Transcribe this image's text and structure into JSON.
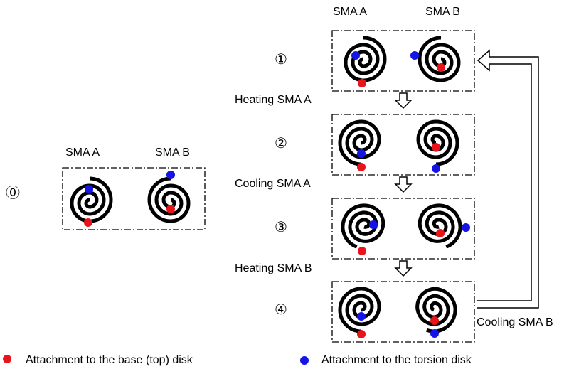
{
  "colors": {
    "base_dot": "#e8141a",
    "torsion_dot": "#1414e6",
    "line": "#000000",
    "background": "#ffffff"
  },
  "labels": {
    "initial_sma_a": "SMA A",
    "initial_sma_b": "SMA B",
    "top_sma_a": "SMA A",
    "top_sma_b": "SMA B"
  },
  "stages": [
    {
      "id": "0",
      "symbol": "⓪"
    },
    {
      "id": "1",
      "symbol": "①"
    },
    {
      "id": "2",
      "symbol": "②"
    },
    {
      "id": "3",
      "symbol": "③"
    },
    {
      "id": "4",
      "symbol": "④"
    }
  ],
  "transitions": [
    {
      "label": "Heating SMA A"
    },
    {
      "label": "Cooling SMA A"
    },
    {
      "label": "Heating SMA B"
    }
  ],
  "feedback": {
    "label": "Cooling SMA B"
  },
  "legend": {
    "base": "Attachment to the base (top) disk",
    "torsion": "Attachment to the torsion disk"
  },
  "icons": {
    "coil": "spiral-spring-icon",
    "arrow": "hollow-arrow-icon"
  }
}
